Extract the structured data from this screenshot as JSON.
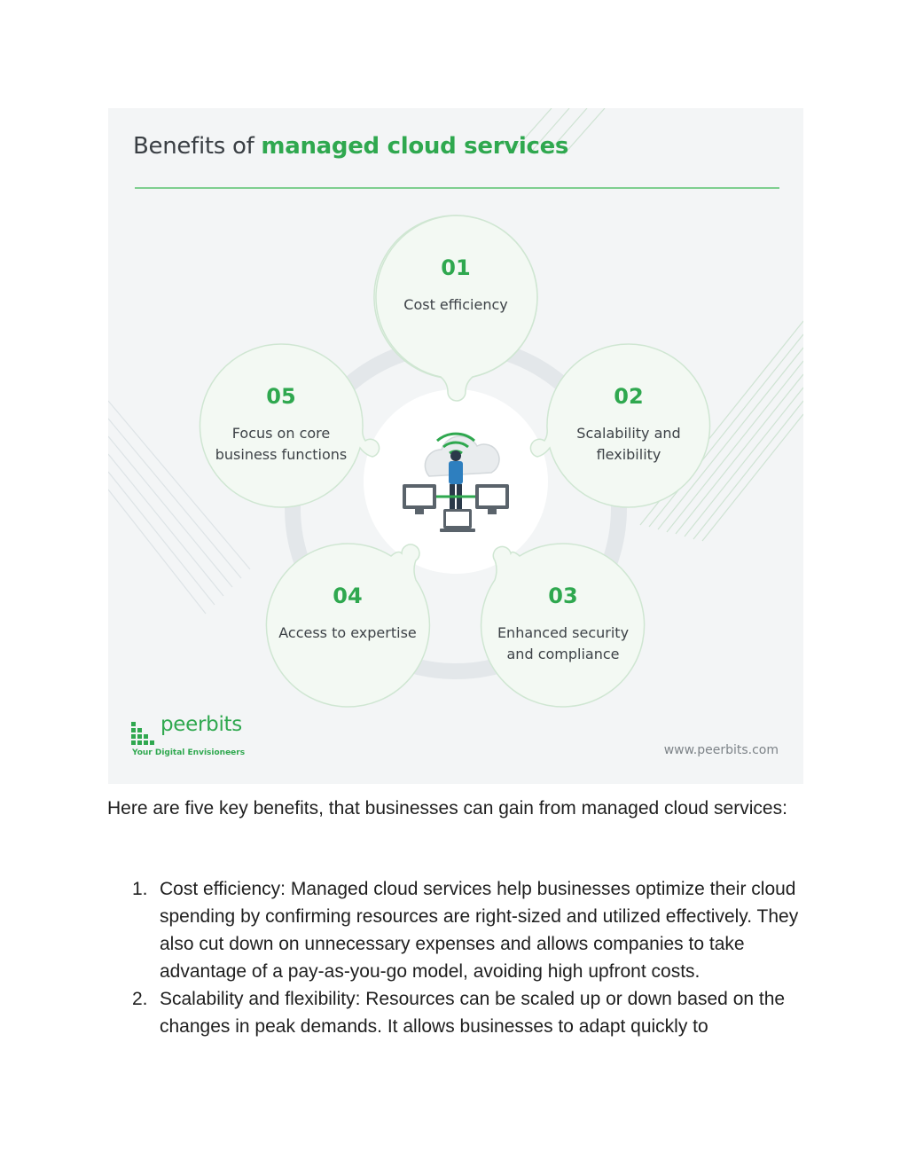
{
  "infographic": {
    "title_prefix": "Benefits of ",
    "title_highlight": "managed cloud services",
    "bubbles": [
      {
        "num": "01",
        "label": "Cost efficiency"
      },
      {
        "num": "02",
        "label": "Scalability and flexibility"
      },
      {
        "num": "03",
        "label": "Enhanced security and compliance"
      },
      {
        "num": "04",
        "label": "Access to expertise"
      },
      {
        "num": "05",
        "label": "Focus on core business functions"
      }
    ],
    "brand": {
      "name": "peerbits",
      "tagline": "Your Digital Envisioneers"
    },
    "website": "www.peerbits.com",
    "colors": {
      "accent": "#2fa84f",
      "bubble_fill": "#f3f9f3",
      "bubble_stroke": "#cfe6d2",
      "background": "#f3f5f6"
    }
  },
  "text": {
    "intro": "Here are five key benefits, that businesses can gain from managed cloud services:",
    "items": [
      {
        "marker": "1.",
        "text": "Cost efficiency: Managed cloud services help businesses optimize their cloud spending by confirming resources are right-sized and utilized effectively. They also cut down on unnecessary expenses and allows companies to take advantage of a pay-as-you-go model, avoiding high upfront costs."
      },
      {
        "marker": "2.",
        "text": "Scalability and flexibility: Resources can be scaled up or down based on the changes in peak demands. It allows businesses to adapt quickly to"
      }
    ]
  }
}
